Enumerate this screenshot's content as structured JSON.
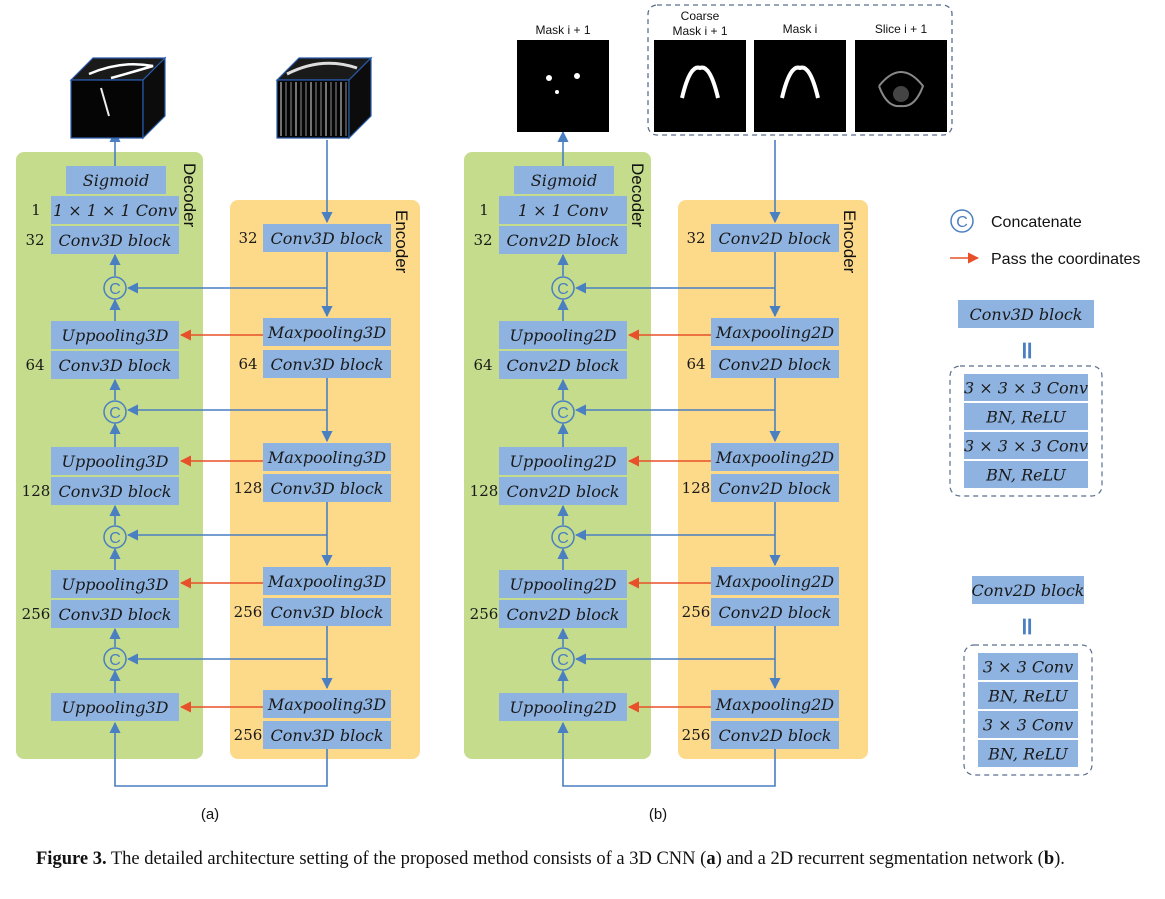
{
  "diagram": {
    "panel_a": {
      "sublabel": "(a)",
      "decoder_label": "Decoder",
      "encoder_label": "Encoder",
      "decoder": {
        "sigmoid": "Sigmoid",
        "conv1": "1 × 1 × 1 Conv",
        "conv1_num": "1",
        "block32": "Conv3D block",
        "num32": "32",
        "up64": "Uppooling3D",
        "block64": "Conv3D block",
        "num64": "64",
        "up128": "Uppooling3D",
        "block128": "Conv3D block",
        "num128": "128",
        "up256": "Uppooling3D",
        "block256": "Conv3D block",
        "num256": "256",
        "up_bottom": "Uppooling3D"
      },
      "encoder": {
        "block32": "Conv3D block",
        "num32": "32",
        "mp1": "Maxpooling3D",
        "block64": "Conv3D block",
        "num64": "64",
        "mp2": "Maxpooling3D",
        "block128": "Conv3D block",
        "num128": "128",
        "mp3": "Maxpooling3D",
        "block256a": "Conv3D block",
        "num256a": "256",
        "mp4": "Maxpooling3D",
        "block256b": "Conv3D block",
        "num256b": "256"
      }
    },
    "panel_b": {
      "sublabel": "(b)",
      "decoder_label": "Decoder",
      "encoder_label": "Encoder",
      "decoder": {
        "sigmoid": "Sigmoid",
        "conv1": "1 × 1 Conv",
        "conv1_num": "1",
        "block32": "Conv2D block",
        "num32": "32",
        "up64": "Uppooling2D",
        "block64": "Conv2D block",
        "num64": "64",
        "up128": "Uppooling2D",
        "block128": "Conv2D block",
        "num128": "128",
        "up256": "Uppooling2D",
        "block256": "Conv2D block",
        "num256": "256",
        "up_bottom": "Uppooling2D"
      },
      "encoder": {
        "block32": "Conv2D block",
        "num32": "32",
        "mp1": "Maxpooling2D",
        "block64": "Conv2D block",
        "num64": "64",
        "mp2": "Maxpooling2D",
        "block128": "Conv2D block",
        "num128": "128",
        "mp3": "Maxpooling2D",
        "block256a": "Conv2D block",
        "num256a": "256",
        "mp4": "Maxpooling2D",
        "block256b": "Conv2D block",
        "num256b": "256"
      },
      "images": {
        "mask_next": "Mask i + 1",
        "coarse_line1": "Coarse",
        "coarse_line2": "Mask i + 1",
        "mask_i": "Mask i",
        "slice_next": "Slice i + 1"
      }
    },
    "legend": {
      "concat_symbol": "C",
      "concat_label": "Concatenate",
      "pass_label": "Pass the coordinates",
      "equals_symbol": "॥",
      "conv3d": {
        "title": "Conv3D block",
        "rows": [
          "3 × 3 × 3 Conv",
          "BN, ReLU",
          "3 × 3 × 3 Conv",
          "BN, ReLU"
        ]
      },
      "conv2d": {
        "title": "Conv2D block",
        "rows": [
          "3 × 3 Conv",
          "BN, ReLU",
          "3 × 3 Conv",
          "BN, ReLU"
        ]
      }
    },
    "colors": {
      "decoder_bg": "#c5dc8c",
      "encoder_bg": "#fdd98a",
      "block": "#8eb3e0",
      "arrow_blue": "#4a7fc1",
      "arrow_orange": "#e8502a"
    }
  },
  "caption": {
    "label": "Figure 3.",
    "text_1": " The detailed architecture setting of the proposed method consists of a 3D CNN (",
    "bold_a": "a",
    "text_2": ") and a 2D recurrent segmentation network (",
    "bold_b": "b",
    "text_3": ")."
  }
}
